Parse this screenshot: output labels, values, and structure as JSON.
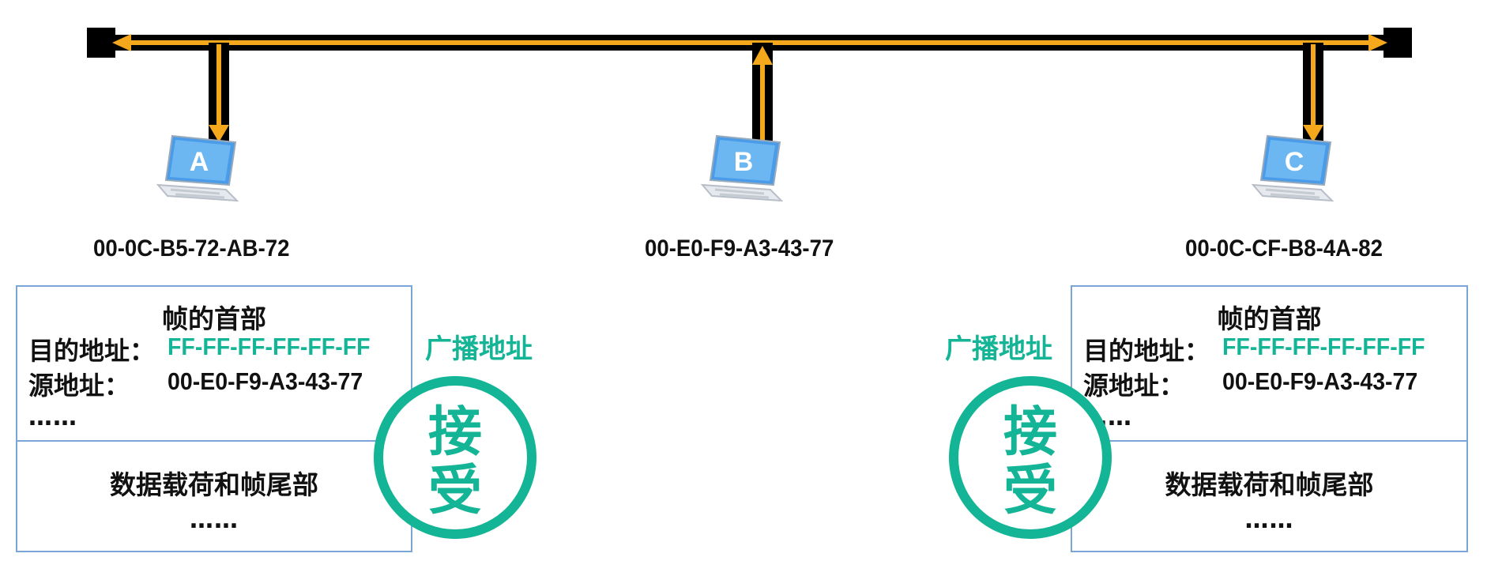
{
  "hosts": [
    {
      "id": "A",
      "mac": "00-0C-B5-72-AB-72"
    },
    {
      "id": "B",
      "mac": "00-E0-F9-A3-43-77"
    },
    {
      "id": "C",
      "mac": "00-0C-CF-B8-4A-82"
    }
  ],
  "frames": {
    "left": {
      "header_title": "帧的首部",
      "dest_label": "目的地址：",
      "dest_value": "FF-FF-FF-FF-FF-FF",
      "src_label": "源地址：",
      "src_value": "00-E0-F9-A3-43-77",
      "header_ellipsis": "……",
      "payload_title": "数据载荷和帧尾部",
      "payload_ellipsis": "……"
    },
    "right": {
      "header_title": "帧的首部",
      "dest_label": "目的地址：",
      "dest_value": "FF-FF-FF-FF-FF-FF",
      "src_label": "源地址：",
      "src_value": "00-E0-F9-A3-43-77",
      "header_ellipsis": "……",
      "payload_title": "数据载荷和帧尾部",
      "payload_ellipsis": "……"
    }
  },
  "broadcast_label": "广播地址",
  "accept_stamp": {
    "char1": "接",
    "char2": "受"
  },
  "colors": {
    "signal": "#f5a81c",
    "accent": "#14b596",
    "bus": "#000000",
    "frame_border": "#7aa6d6"
  }
}
